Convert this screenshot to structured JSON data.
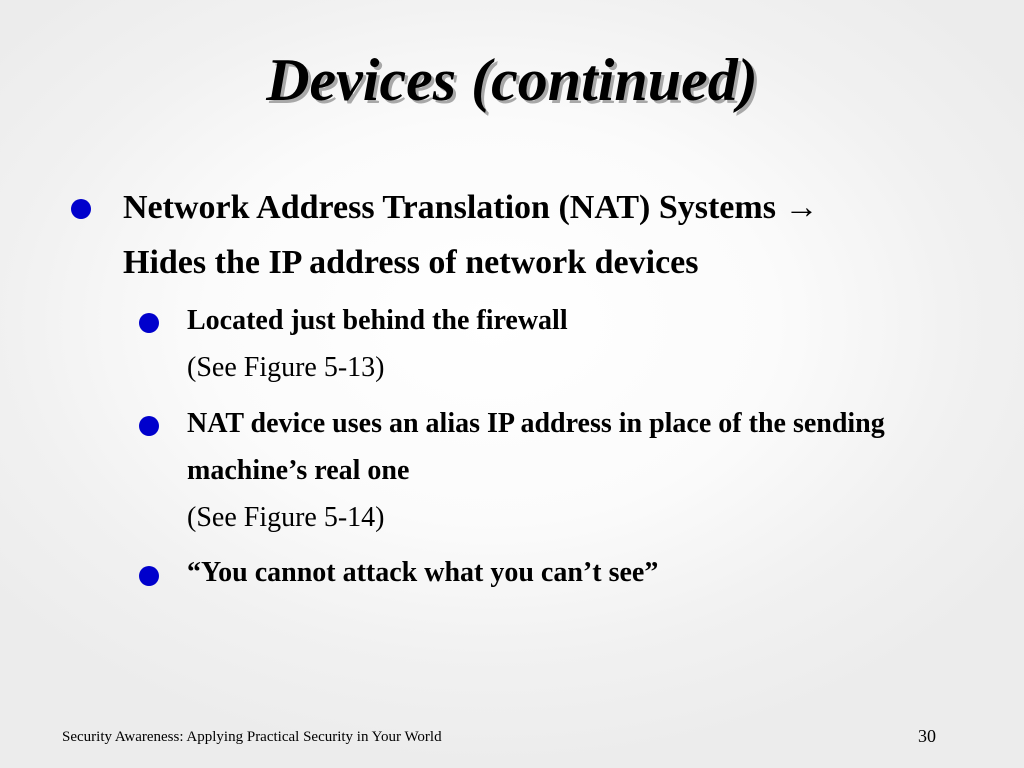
{
  "slide": {
    "title": "Devices (continued)",
    "bullets": [
      {
        "text": "Network Address Translation (NAT) Systems",
        "arrow": "→",
        "continuation": "Hides the IP address of network devices",
        "sub_bullets": [
          {
            "text": "Located just behind the firewall",
            "note": "(See Figure 5-13)"
          },
          {
            "text": "NAT device uses an alias IP address in place of the sending machine’s real one",
            "note": "(See Figure 5-14)"
          },
          {
            "text": "“You cannot attack what you can’t see”"
          }
        ]
      }
    ],
    "bullet_color": "#0000cc"
  },
  "footer": {
    "course_title": "Security Awareness: Applying Practical Security in Your World",
    "page_number": "30"
  }
}
